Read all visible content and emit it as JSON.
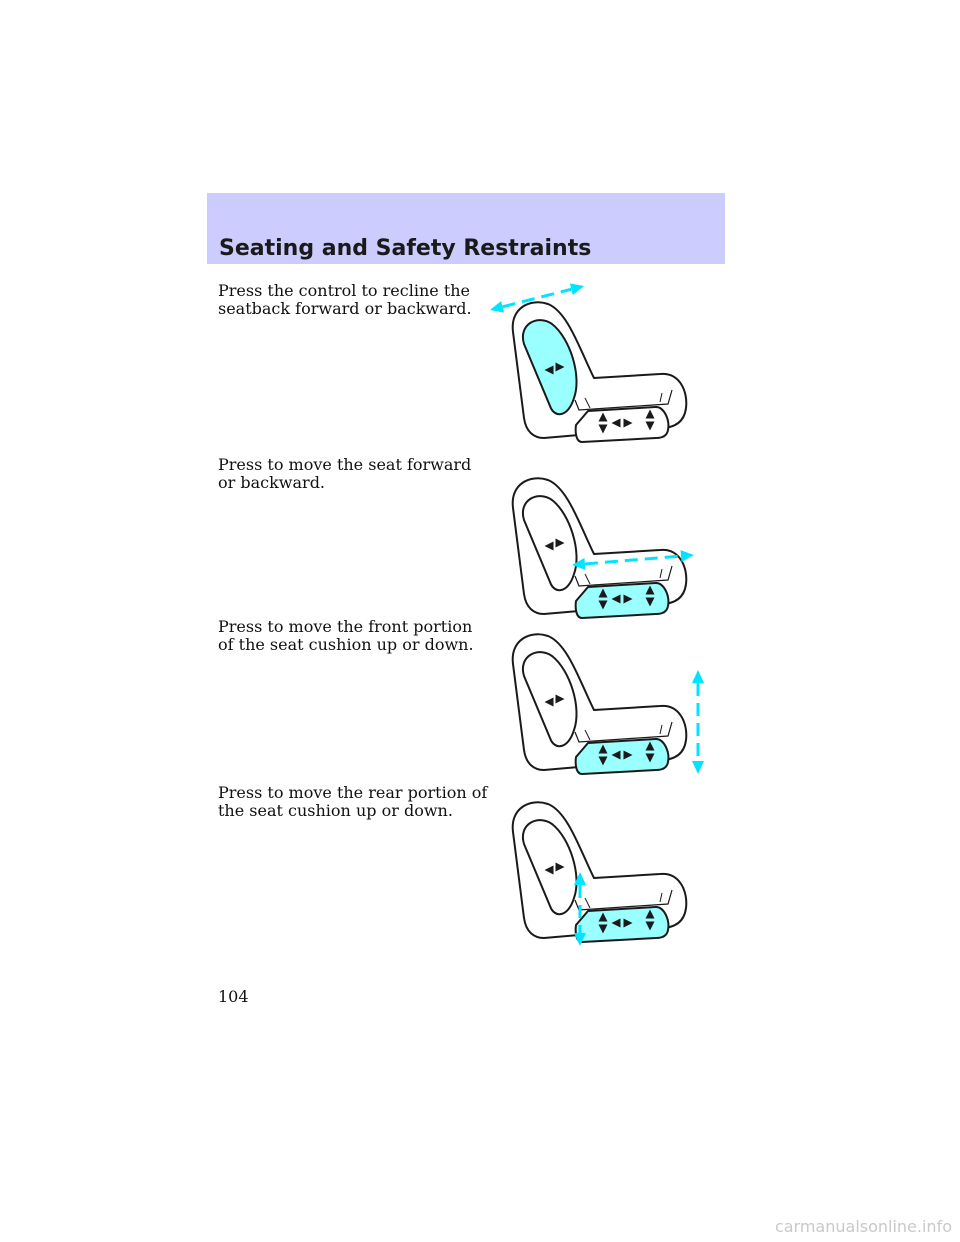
{
  "header": {
    "title": "Seating and Safety Restraints"
  },
  "instructions": [
    {
      "text": "Press the control to recline the seatback forward or backward.",
      "highlight": "seatback",
      "motion": "recline"
    },
    {
      "text": "Press to move the seat forward or backward.",
      "highlight": "cushion",
      "motion": "fore-aft"
    },
    {
      "text": "Press to move the front portion of the seat cushion up or down.",
      "highlight": "cushion",
      "motion": "front-vertical"
    },
    {
      "text": "Press to move the rear portion of the seat cushion up or down.",
      "highlight": "cushion",
      "motion": "rear-vertical"
    }
  ],
  "page_number": "104",
  "watermark": "carmanualsonline.info",
  "colors": {
    "header_band": "#ccccff",
    "highlight_fill": "#99ffff",
    "arrow": "#00e5ff",
    "outline": "#1a1a1a"
  }
}
